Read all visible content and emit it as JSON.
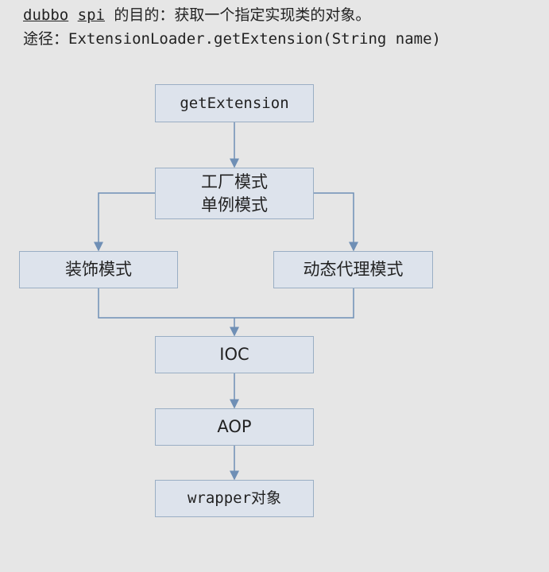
{
  "header": {
    "word1": "dubbo",
    "word2": "spi",
    "line1_rest": " 的目的：获取一个指定实现类的对象。",
    "line2": "途径：ExtensionLoader.getExtension(String name)"
  },
  "nodes": {
    "get_extension": "getExtension",
    "factory": "工厂模式",
    "singleton": "单例模式",
    "decorator": "装饰模式",
    "proxy": "动态代理模式",
    "ioc": "IOC",
    "aop": "AOP",
    "wrapper": "wrapper对象"
  },
  "colors": {
    "background": "#e6e6e6",
    "box_fill": "#dde3ec",
    "box_border": "#9aaec4",
    "connector": "#6f8fb5"
  }
}
